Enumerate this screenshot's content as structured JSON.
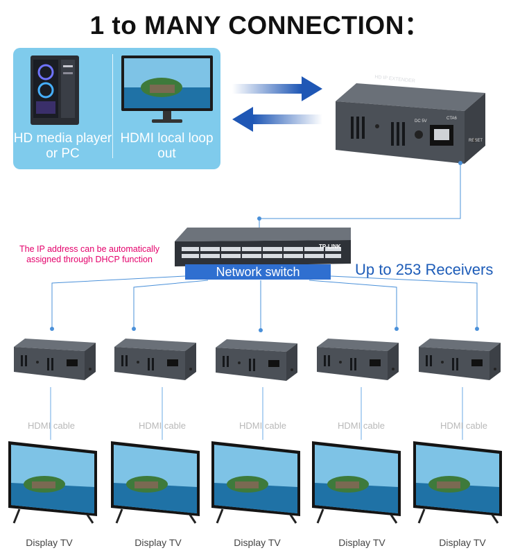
{
  "title": "1 to MANY CONNECTION：",
  "source": {
    "player_label": "HD media player or PC",
    "loop_label": "HDMI local loop out"
  },
  "transmitter": {
    "brand_text": "HD IP EXTENDER",
    "port_labels": [
      "DC 5V",
      "CTA6",
      "RESET"
    ]
  },
  "switch": {
    "brand": "TP-LINK",
    "label": "Network switch",
    "note": "The IP address can be automatically assigned through DHCP function"
  },
  "receivers_label": "Up to 253 Receivers",
  "receivers": [
    {
      "cable_label": "HDMI cable",
      "display_label": "Display TV"
    },
    {
      "cable_label": "HDMI cable",
      "display_label": "Display TV"
    },
    {
      "cable_label": "HDMI cable",
      "display_label": "Display TV"
    },
    {
      "cable_label": "HDMI cable",
      "display_label": "Display TV"
    },
    {
      "cable_label": "HDMI cable",
      "display_label": "Display TV"
    }
  ],
  "colors": {
    "panel": "#7fcbec",
    "arrow": "#1f57b5",
    "connector_line": "#4a90d9",
    "switch_label_bg": "#2f6fd0",
    "receivers_text": "#1d5cb8",
    "note_text": "#e4006b",
    "device_body": "#4b5057"
  }
}
